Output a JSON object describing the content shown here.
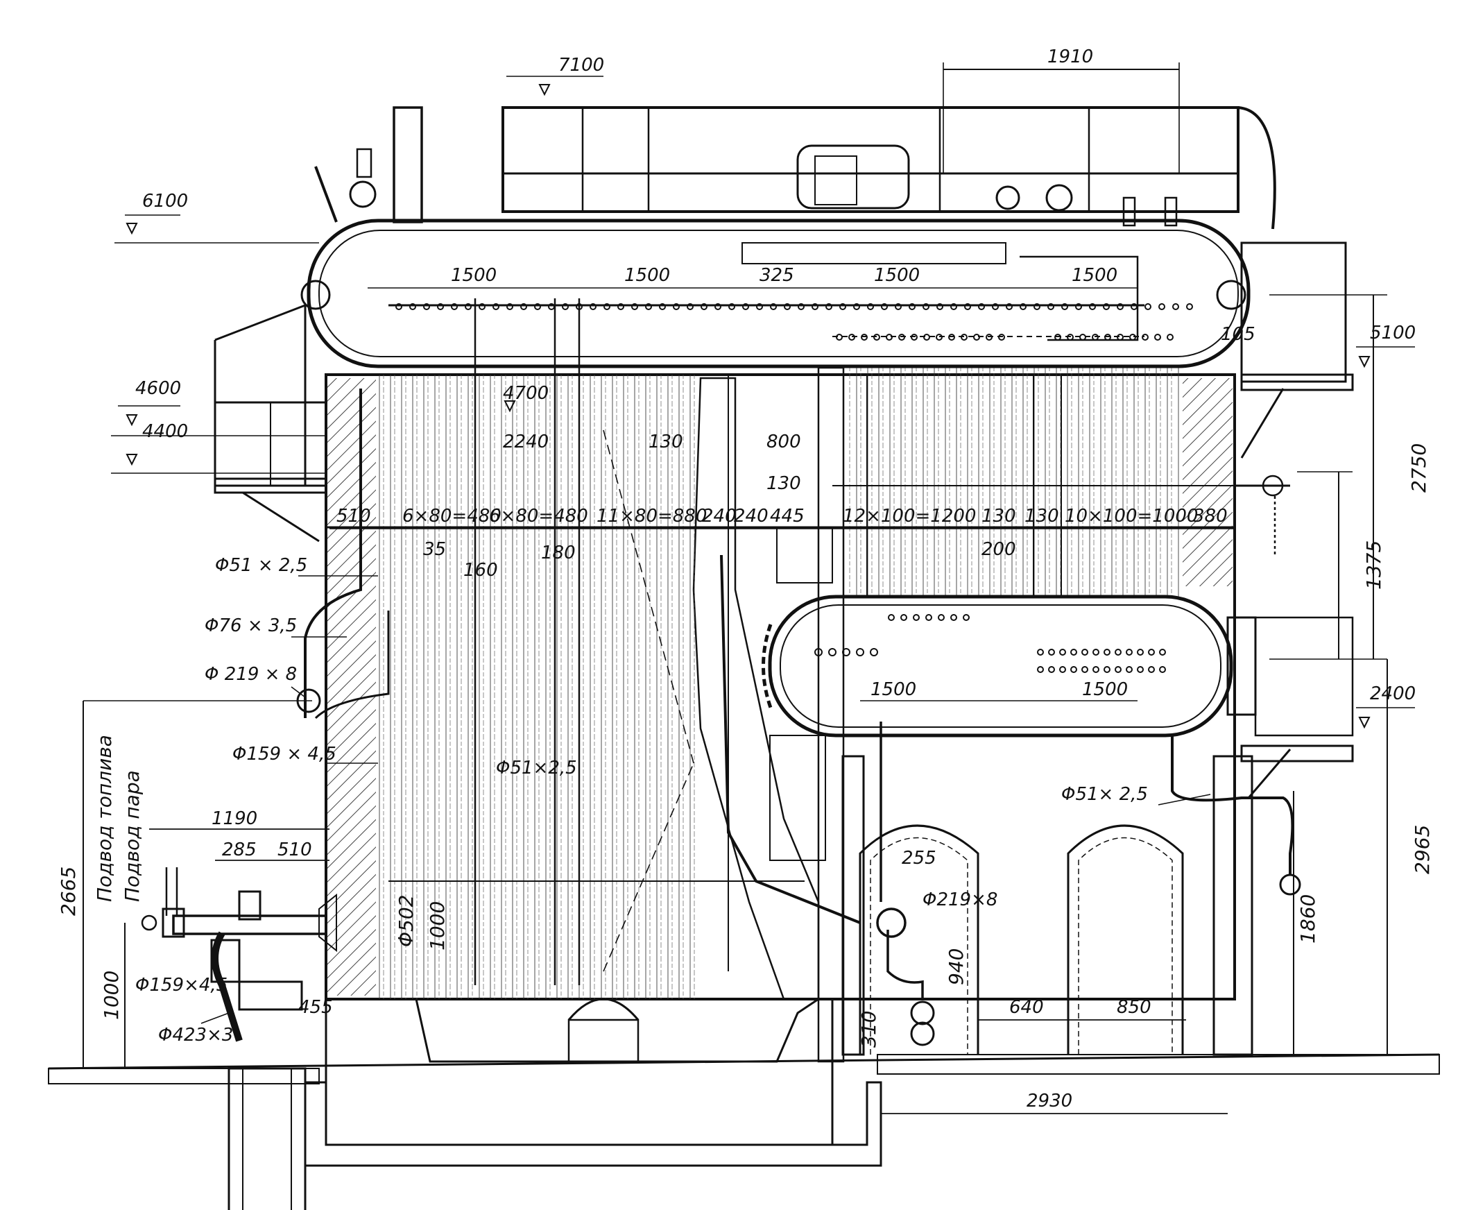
{
  "elevations": {
    "e7100": "7100",
    "e6100": "6100",
    "e5100": "5100",
    "e4700": "4700",
    "e4600": "4600",
    "e4400": "4400",
    "e2400": "2400"
  },
  "dims": {
    "top_1910": "1910",
    "drum_1500_a": "1500",
    "drum_1500_b": "1500",
    "drum_325": "325",
    "drum_1500_c": "1500",
    "drum_1500_d": "1500",
    "d105": "105",
    "d2240": "2240",
    "d130_top": "130",
    "d800": "800",
    "d130_mid": "130",
    "s510": "510",
    "s6x80a": "6×80=480",
    "s6x80b": "6×80=480",
    "s11x80": "11×80=880",
    "s240a": "240",
    "s240b": "240",
    "s445": "445",
    "s12x100": "12×100=1200",
    "s130a": "130",
    "s130b": "130",
    "s10x100": "10×100=1000",
    "s380": "380",
    "d35": "35",
    "d160": "160",
    "d180": "180",
    "d200": "200",
    "lower_1500_a": "1500",
    "lower_1500_b": "1500",
    "d1190": "1190",
    "d285": "285",
    "d510_b": "510",
    "d455": "455",
    "d255": "255",
    "d640": "640",
    "d850": "850",
    "d2930": "2930",
    "d310": "310",
    "d940": "940",
    "d1000_fur": "1000",
    "v2750": "2750",
    "v1375": "1375",
    "v2965": "2965",
    "v1860": "1860",
    "v2665": "2665",
    "v1000_left": "1000"
  },
  "pipes": {
    "p51a": "Φ51 × 2,5",
    "p76": "Φ76 × 3,5",
    "p219a": "Φ 219 × 8",
    "p159a": "Φ159 × 4,5",
    "p51b": "Φ51×2,5",
    "p502": "Φ502",
    "p219b": "Φ219×8",
    "p51c": "Φ51× 2,5",
    "p159b": "Φ159×4,5",
    "p423": "Φ423×3"
  },
  "labels": {
    "fuel_supply": "Подвод топлива",
    "steam_supply": "Подвод пара"
  }
}
